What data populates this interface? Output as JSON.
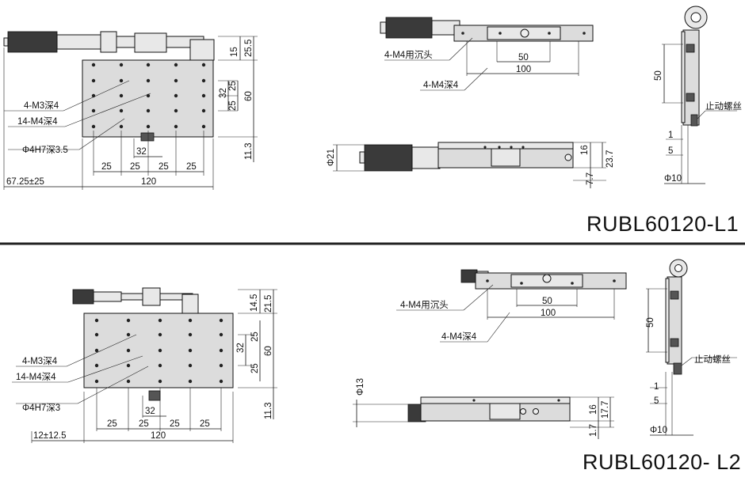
{
  "section1": {
    "model": "RUBL60120-L1",
    "top_view": {
      "labels": {
        "m3": "4-M3深4",
        "m4": "14-M4深4",
        "pin": "Φ4H7深3.5"
      },
      "dims": {
        "d15": "15",
        "d25_5": "25.5",
        "d32v": "32",
        "d25v1": "25",
        "d60": "60",
        "d25v2": "25",
        "d11_3": "11.3",
        "d32h": "32",
        "d25a": "25",
        "d25b": "25",
        "d25c": "25",
        "d25d": "25",
        "travel": "67.25±25",
        "d120": "120"
      }
    },
    "plan_view": {
      "csk": "4-M4用沉头",
      "tap": "4-M4深4",
      "d50": "50",
      "d100": "100"
    },
    "side_view": {
      "dia": "Φ21",
      "d16": "16",
      "d23_7": "23.7",
      "d7_7": "7.7"
    },
    "end_view": {
      "d50": "50",
      "lock": "止动螺丝",
      "d1": "1",
      "d5": "5",
      "dia10": "Φ10"
    }
  },
  "section2": {
    "model": "RUBL60120- L2",
    "top_view": {
      "labels": {
        "m3": "4-M3深4",
        "m4": "14-M4深4",
        "pin": "Φ4H7深3"
      },
      "dims": {
        "d14_5": "14.5",
        "d21_5": "21.5",
        "d32v": "32",
        "d25v1": "25",
        "d60": "60",
        "d25v2": "25",
        "d11_3": "11.3",
        "d32h": "32",
        "d25a": "25",
        "d25b": "25",
        "d25c": "25",
        "d25d": "25",
        "travel": "12±12.5",
        "d120": "120"
      }
    },
    "plan_view": {
      "csk": "4-M4用沉头",
      "tap": "4-M4深4",
      "d50": "50",
      "d100": "100"
    },
    "side_view": {
      "dia": "Φ13",
      "d16": "16",
      "d17_7": "17.7",
      "d1_7": "1.7"
    },
    "end_view": {
      "d50": "50",
      "lock": "止动螺丝",
      "d1": "1",
      "d5": "5",
      "dia10": "Φ10"
    }
  }
}
